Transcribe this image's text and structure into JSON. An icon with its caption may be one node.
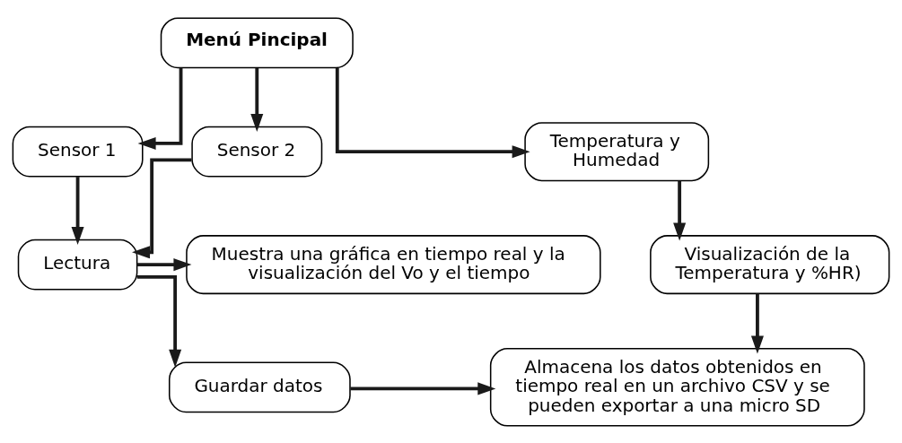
{
  "diagram": {
    "nodes": [
      {
        "text": [
          "Menú Pincipal"
        ]
      },
      {
        "text": [
          "Sensor 1"
        ]
      },
      {
        "text": [
          "Sensor 2"
        ]
      },
      {
        "text": [
          "Temperatura y Humedad"
        ]
      },
      {
        "text": [
          "Lectura"
        ]
      },
      {
        "text": [
          "Muestra una gráfica en tiempo real y la visualización del Vo y el tiempo"
        ]
      },
      {
        "text": [
          "Visualización de la Temperatura y %HR)"
        ]
      },
      {
        "text": [
          "Guardar datos"
        ]
      },
      {
        "text": [
          "Almacena los datos obtenidos en tiempo real en un archivo CSV y se pueden exportar a una micro SD"
        ]
      }
    ],
    "edges": [
      {
        "from": 0,
        "to": 1,
        "arrow": "to"
      },
      {
        "from": 0,
        "to": 2,
        "arrow": "to"
      },
      {
        "from": 0,
        "to": 3,
        "arrow": "to"
      },
      {
        "from": 1,
        "to": 4,
        "arrow": "to"
      },
      {
        "from": 2,
        "to": 4,
        "arrow": "to"
      },
      {
        "from": 3,
        "to": 6,
        "arrow": "to"
      },
      {
        "from": 4,
        "to": 5,
        "arrow": "to"
      },
      {
        "from": 4,
        "to": 7,
        "arrow": "to"
      },
      {
        "from": 7,
        "to": 8,
        "arrow": "to"
      },
      {
        "from": 6,
        "to": 8,
        "arrow": "to"
      }
    ]
  }
}
